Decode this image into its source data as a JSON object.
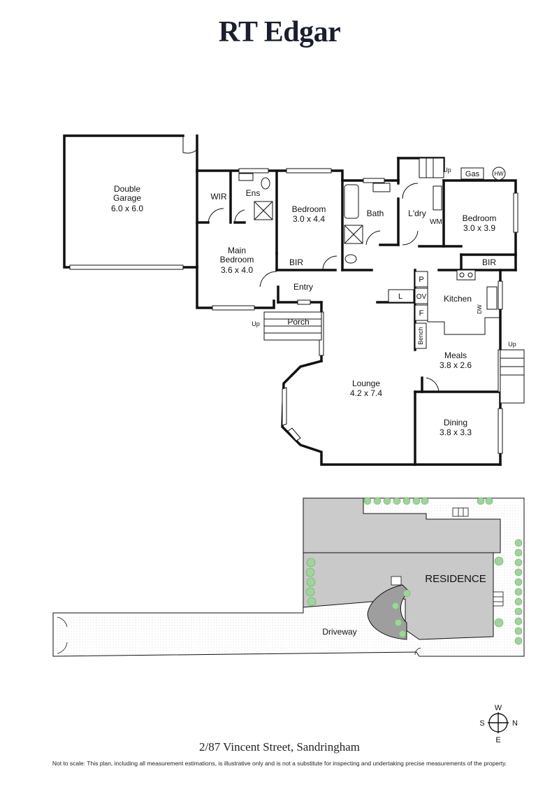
{
  "brand": "RT Edgar",
  "address": "2/87 Vincent Street, Sandringham",
  "disclaimer": "Not to scale: This plan, including all measurement estimations, is illustrative only and is not a substitute for inspecting and undertaking precise measurements of the property.",
  "rooms": {
    "garage": {
      "name": "Double\nGarage",
      "size": "6.0 x 6.0"
    },
    "wir": {
      "name": "WIR"
    },
    "ens": {
      "name": "Ens"
    },
    "bedroom1": {
      "name": "Bedroom",
      "size": "3.0 x 4.4"
    },
    "bath": {
      "name": "Bath"
    },
    "ldry": {
      "name": "L'dry"
    },
    "wm": {
      "name": "WM"
    },
    "bedroom2": {
      "name": "Bedroom",
      "size": "3.0 x 3.9"
    },
    "main_bedroom": {
      "name": "Main\nBedroom",
      "size": "3.6 x 4.0"
    },
    "bir1": {
      "name": "BIR"
    },
    "bir2": {
      "name": "BIR"
    },
    "entry": {
      "name": "Entry"
    },
    "porch": {
      "name": "Porch"
    },
    "kitchen": {
      "name": "Kitchen"
    },
    "pantry": {
      "name": "P"
    },
    "oven": {
      "name": "OV"
    },
    "fridge": {
      "name": "F"
    },
    "linen": {
      "name": "L"
    },
    "dishwasher": {
      "name": "DW"
    },
    "bench": {
      "name": "Bench"
    },
    "meals": {
      "name": "Meals",
      "size": "3.8 x 2.6"
    },
    "lounge": {
      "name": "Lounge",
      "size": "4.2 x 7.4"
    },
    "dining": {
      "name": "Dining",
      "size": "3.8 x 3.3"
    }
  },
  "fixtures": {
    "gas": "Gas",
    "hw": "HW",
    "up": "Up"
  },
  "site": {
    "residence": "RESIDENCE",
    "driveway": "Driveway"
  },
  "compass": {
    "w": "W",
    "s": "S",
    "n": "N",
    "e": "E"
  }
}
